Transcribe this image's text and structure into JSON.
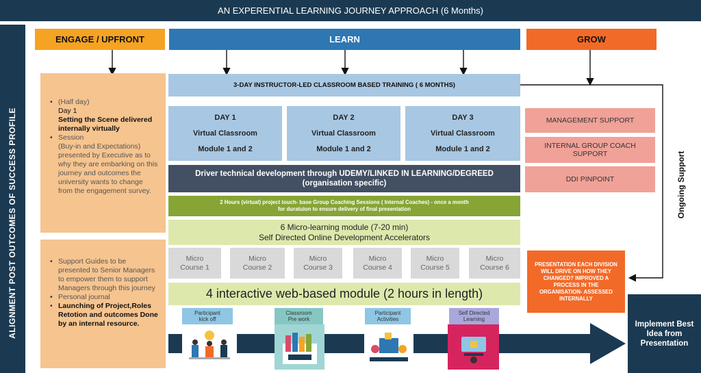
{
  "header": {
    "title": "AN EXPERENTIAL LEARNING JOURNEY APPROACH (6 Months)"
  },
  "side_label": "ALIGNMENT POST OUTCOMES OF SUCCESS PROFILE",
  "right_label": "Ongoing Support",
  "columns": {
    "engage": "ENGAGE / UPFRONT",
    "learn": "LEARN",
    "grow": "GROW"
  },
  "engage_panel_1": {
    "line1": "(Half day)",
    "line2": "Day 1",
    "line3": "Setting the Scene delivered internally virtually",
    "line4": "Session",
    "line5": "(Buy-in and Expectations) presented by Executive as to why they are embarking on this journey and outcomes the university wants to change from the engagement survey."
  },
  "engage_panel_2": {
    "item1": "Support Guides to be presented to Senior Managers to empower them to support Managers through this journey",
    "item2": "Personal journal",
    "item3": "Launching of Project,Roles Retotion and outcomes Done by an internal resource."
  },
  "training_bar": "3-DAY INSTRUCTOR-LED CLASSROOM BASED TRAINING ( 6 MONTHS)",
  "days": [
    {
      "day": "DAY 1",
      "mode": "Virtual Classroom",
      "module": "Module 1 and 2"
    },
    {
      "day": "DAY 2",
      "mode": "Virtual Classroom",
      "module": "Module 1 and 2"
    },
    {
      "day": "DAY 3",
      "mode": "Virtual Classroom",
      "module": "Module 1 and 2"
    }
  ],
  "driver_bar": {
    "line1": "Driver technical development through UDEMY/LINKED IN LEARNING/DEGREED",
    "line2": "(organisation specific)"
  },
  "coaching_bar": {
    "line1": "2 Hours (virtual) project touch- base Group Coaching Sessions ( Internal Coaches) - once a month",
    "line2": "for duratuion to ensure delivery of final presentation"
  },
  "micro_module_bar": {
    "line1": "6 Micro-learning module (7-20 min)",
    "line2": "Self Directed Online Development Accelerators"
  },
  "micro_courses": [
    {
      "l1": "Micro",
      "l2": "Course 1"
    },
    {
      "l1": "Micro",
      "l2": "Course 2"
    },
    {
      "l1": "Micro",
      "l2": "Course 3"
    },
    {
      "l1": "Micro",
      "l2": "Course 4"
    },
    {
      "l1": "Micro",
      "l2": "Course 5"
    },
    {
      "l1": "Micro",
      "l2": "Course 6"
    }
  ],
  "web_module_bar": "4 interactive web-based module (2 hours in length)",
  "grow_items": [
    "MANAGEMENT SUPPORT",
    "INTERNAL GROUP COACH SUPPORT",
    "DDI PINPOINT"
  ],
  "presentation_box": "PRESENTATION EACH DIVISION WILL DRIVE ON HOW THEY CHANGED? IMPROVED A PROCESS IN THE ORGANISATION- ASSESSED INTERNALLY",
  "final_box": "Implement Best Idea from Presentation",
  "timeline_chips": [
    {
      "l1": "Participant",
      "l2": "kick off"
    },
    {
      "l1": "Classroom",
      "l2": "Pre work"
    },
    {
      "l1": "Participant",
      "l2": "Activities"
    },
    {
      "l1": "Self Directed",
      "l2": "Learning"
    }
  ],
  "colors": {
    "navy": "#1b3a52",
    "engage": "#f6a323",
    "learn": "#2e77b2",
    "grow": "#f26a28",
    "peach": "#f6c48f",
    "light_blue": "#a8c7e2",
    "olive": "#86a535",
    "light_green": "#dde8ad",
    "salmon": "#f0a198",
    "micro_gray": "#d9d9d9"
  }
}
